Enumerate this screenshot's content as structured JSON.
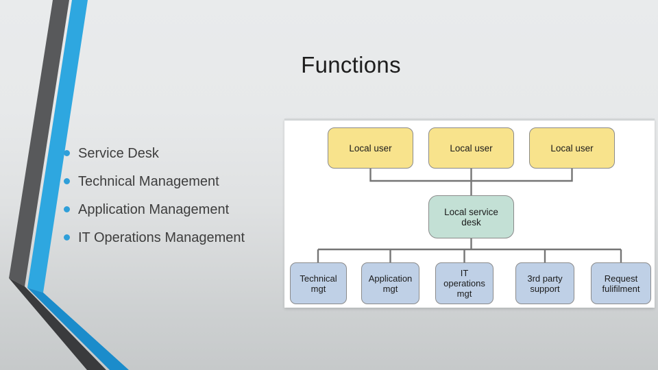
{
  "slide": {
    "title": "Functions",
    "bullets": [
      {
        "label": "Service Desk"
      },
      {
        "label": "Technical Management"
      },
      {
        "label": "Application Management"
      },
      {
        "label": "IT Operations Management"
      }
    ]
  },
  "diagram": {
    "top_row": [
      {
        "label": "Local user"
      },
      {
        "label": "Local user"
      },
      {
        "label": "Local user"
      }
    ],
    "service_desk": {
      "label": "Local service desk"
    },
    "bottom_row": [
      {
        "label": "Technical mgt"
      },
      {
        "label": "Application mgt"
      },
      {
        "label": "IT operations mgt"
      },
      {
        "label": "3rd party support"
      },
      {
        "label": "Request fulifilment"
      }
    ],
    "colors": {
      "local_user_fill": "#F8E38C",
      "service_desk_fill": "#C3E0D5",
      "function_fill": "#BFD0E6",
      "box_border": "#8A8A8A",
      "connector": "#757575",
      "canvas": "#FFFFFF"
    }
  },
  "decoration": {
    "stripe_gray": "#58595B",
    "stripe_gray_dark": "#3A3B3D",
    "stripe_blue": "#2EA7E0",
    "stripe_blue_dark": "#1B8CCB",
    "bullet_color": "#2F9FD9"
  }
}
